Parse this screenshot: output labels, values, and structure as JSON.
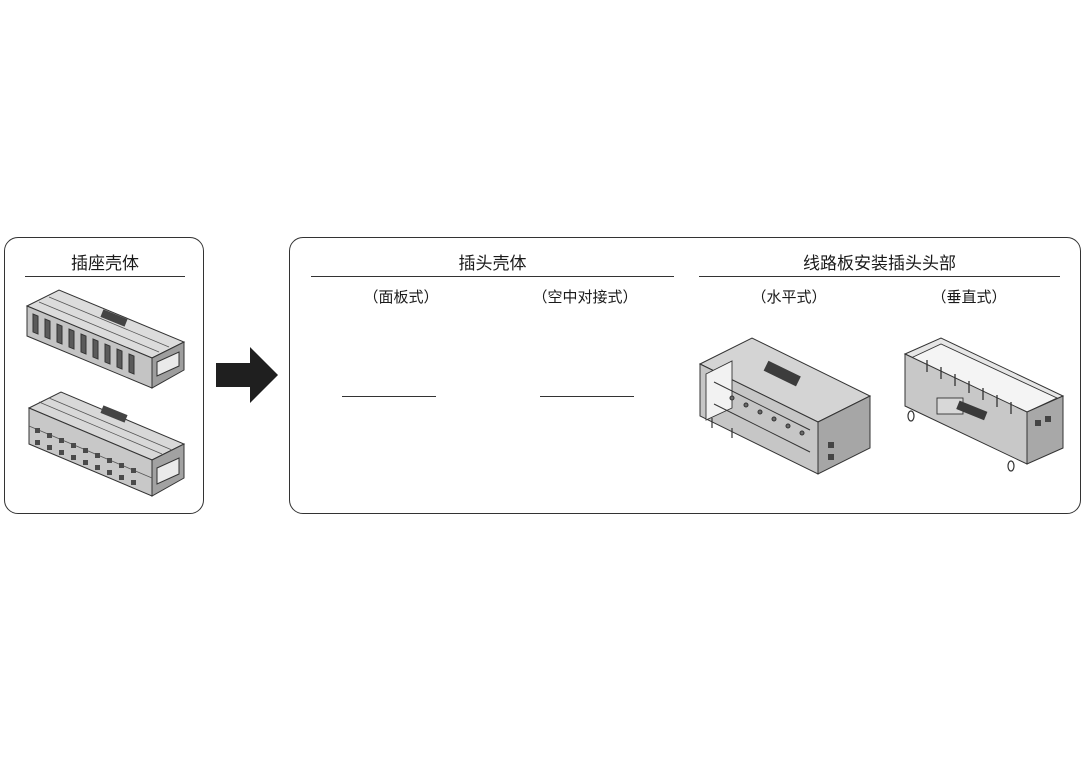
{
  "left": {
    "title": "插座壳体"
  },
  "right": {
    "group_plug": {
      "title": "插头壳体",
      "variants": [
        {
          "label": "（面板式）"
        },
        {
          "label": "（空中对接式）"
        }
      ]
    },
    "group_board": {
      "title": "线路板安装插头头部",
      "variants": [
        {
          "label": "（水平式）"
        },
        {
          "label": "（垂直式）"
        }
      ]
    }
  },
  "colors": {
    "outline": "#333333",
    "body": "#d2d2d2",
    "shade": "#a8a8a8",
    "dark": "#3a3a3a",
    "arrow": "#1f1f1f"
  },
  "icons": [
    "arrow-right-icon"
  ]
}
